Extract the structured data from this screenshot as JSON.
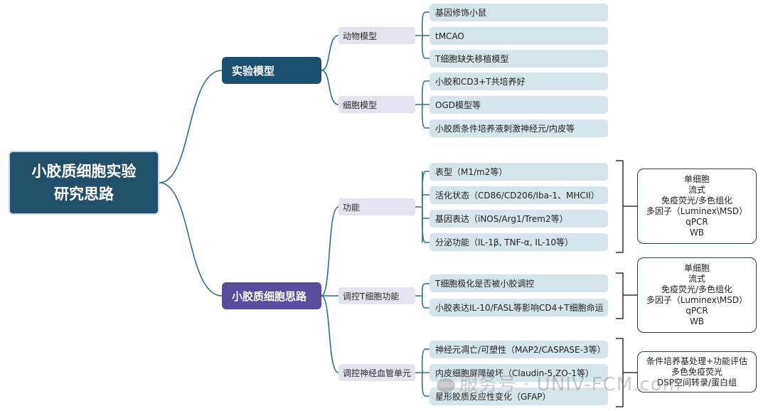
{
  "root": {
    "label": "小胶质细胞实验研究思路"
  },
  "branches": [
    {
      "label": "实验模型",
      "subs": [
        {
          "label": "动物模型",
          "leaves": [
            "基因修饰小鼠",
            "tMCAO",
            "T细胞缺失移植模型"
          ]
        },
        {
          "label": "细胞模型",
          "leaves": [
            "小胶和CD3+T共培养好",
            "OGD模型等",
            "小胶质条件培养液刺激神经元/内皮等"
          ]
        }
      ]
    },
    {
      "label": "小胶质细胞思路",
      "subs": [
        {
          "label": "功能",
          "leaves": [
            "表型（M1/m2等）",
            "活化状态（CD86/CD206/Iba-1、MHCII）",
            "基因表达（iNOS/Arg1/Trem2等）",
            "分泌功能（IL-1β, TNF-α, IL-10等）"
          ]
        },
        {
          "label": "调控T细胞功能",
          "leaves": [
            "T细胞极化是否被小胶调控",
            "小胶表达IL-10/FASL等影响CD4+T细胞命运"
          ]
        },
        {
          "label": "调控神经血管单元",
          "leaves": [
            "神经元凋亡/可塑性（MAP2/CASPASE-3等）",
            "内皮细胞屏障破坏（Claudin-5,ZO-1等）",
            "星形胶质反应性变化（GFAP）"
          ]
        }
      ]
    }
  ],
  "methods": [
    [
      "单细胞",
      "流式",
      "免疫荧光/多色组化",
      "多因子（Luminex\\MSD）",
      "qPCR",
      "WB"
    ],
    [
      "单细胞",
      "流式",
      "免疫荧光/多色组化",
      "多因子（Luminex\\MSD）",
      "qPCR",
      "WB"
    ],
    [
      "条件培养基处理+功能评估",
      "多色免疫荧光",
      "DSP空间转录/蛋白组"
    ]
  ],
  "watermark": "服务号 · UNIV-FCM.com",
  "colors": {
    "root": "#21506a",
    "branch1": "#1c5070",
    "branch2": "#5a4c9d",
    "leaf": "#d6e4ec",
    "sub": "#e4e3ef",
    "wire": "#2a6f8f"
  }
}
